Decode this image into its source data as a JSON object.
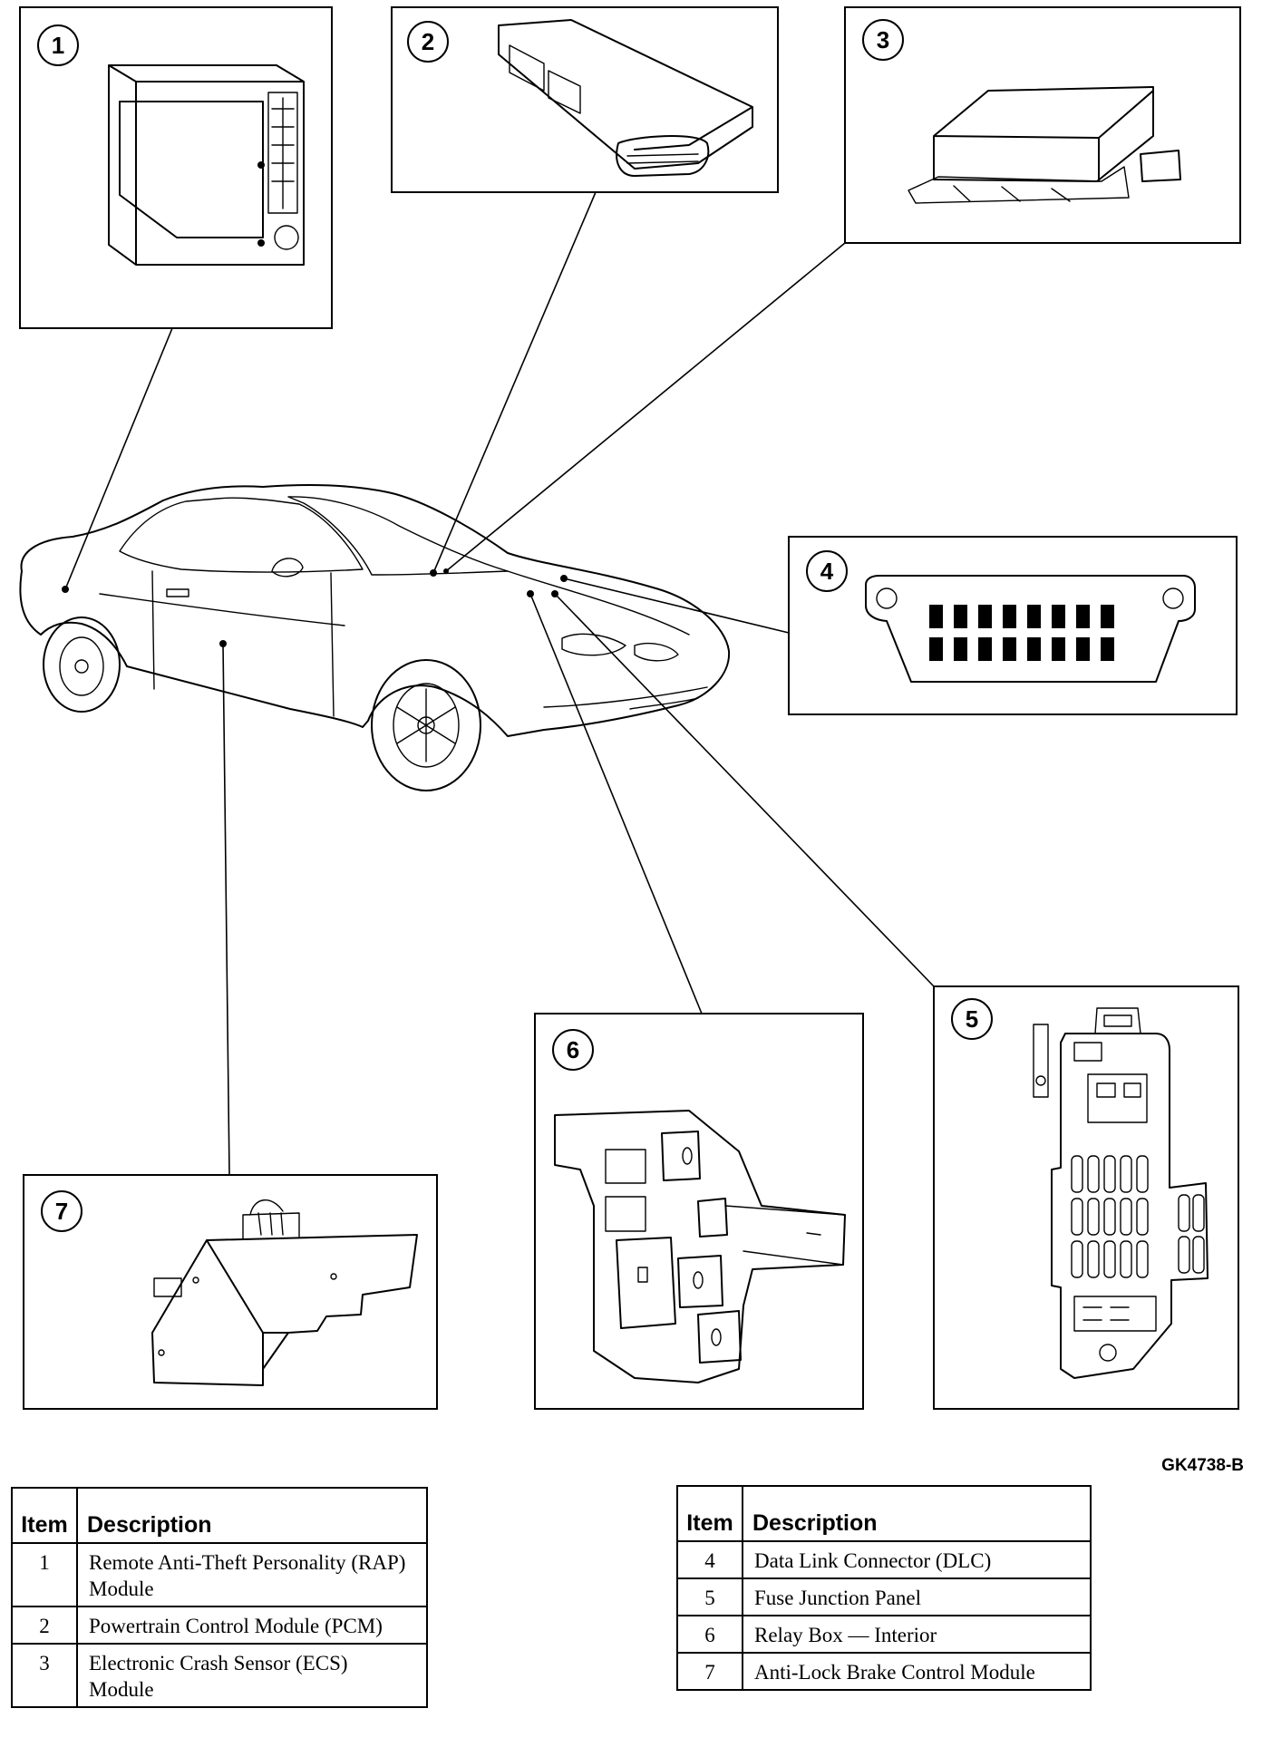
{
  "figure_code": "GK4738-B",
  "callouts": [
    {
      "number": "1"
    },
    {
      "number": "2"
    },
    {
      "number": "3"
    },
    {
      "number": "4"
    },
    {
      "number": "5"
    },
    {
      "number": "6"
    },
    {
      "number": "7"
    }
  ],
  "tables": {
    "left": {
      "header_item": "Item",
      "header_description": "Description",
      "rows": [
        {
          "item": "1",
          "description": "Remote Anti-Theft Personality (RAP) Module"
        },
        {
          "item": "2",
          "description": "Powertrain Control Module (PCM)"
        },
        {
          "item": "3",
          "description": "Electronic Crash Sensor (ECS) Module"
        }
      ]
    },
    "right": {
      "header_item": "Item",
      "header_description": "Description",
      "rows": [
        {
          "item": "4",
          "description": "Data Link Connector (DLC)"
        },
        {
          "item": "5",
          "description": "Fuse Junction Panel"
        },
        {
          "item": "6",
          "description": "Relay Box — Interior"
        },
        {
          "item": "7",
          "description": "Anti-Lock Brake Control Module"
        }
      ]
    }
  }
}
